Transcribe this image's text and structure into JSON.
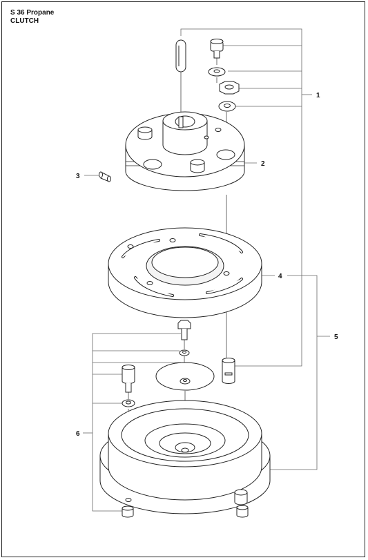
{
  "header": {
    "title": "S 36 Propane",
    "subtitle": "CLUTCH"
  },
  "callouts": [
    "1",
    "2",
    "3",
    "4",
    "5",
    "6"
  ],
  "colors": {
    "line": "#222222",
    "leader": "#555555",
    "fill": "#ffffff",
    "shade": "#e6e6e6"
  }
}
